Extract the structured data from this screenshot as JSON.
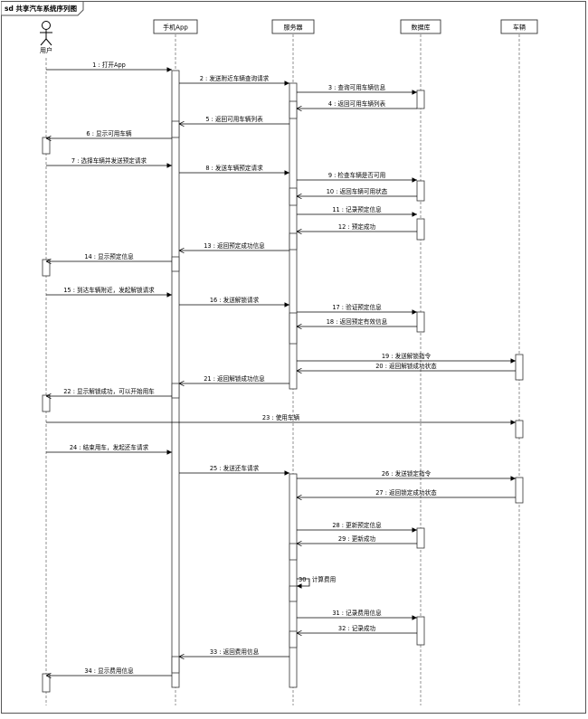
{
  "frame": {
    "title": "sd 共享汽车系统序列图"
  },
  "actor": {
    "name": "用户"
  },
  "participants": [
    {
      "id": "app",
      "label": "手机App"
    },
    {
      "id": "server",
      "label": "服务器"
    },
    {
      "id": "db",
      "label": "数据库"
    },
    {
      "id": "car",
      "label": "车辆"
    }
  ],
  "messages": [
    {
      "n": 1,
      "label": "1 : 打开App",
      "from": "user",
      "to": "app",
      "kind": "call"
    },
    {
      "n": 2,
      "label": "2 : 发送附近车辆查询请求",
      "from": "app",
      "to": "server",
      "kind": "call"
    },
    {
      "n": 3,
      "label": "3 : 查询可用车辆信息",
      "from": "server",
      "to": "db",
      "kind": "call"
    },
    {
      "n": 4,
      "label": "4 : 返回可用车辆列表",
      "from": "db",
      "to": "server",
      "kind": "return"
    },
    {
      "n": 5,
      "label": "5 : 返回可用车辆列表",
      "from": "server",
      "to": "app",
      "kind": "return"
    },
    {
      "n": 6,
      "label": "6 : 显示可用车辆",
      "from": "app",
      "to": "user",
      "kind": "return"
    },
    {
      "n": 7,
      "label": "7 : 选择车辆并发送预定请求",
      "from": "user",
      "to": "app",
      "kind": "call"
    },
    {
      "n": 8,
      "label": "8 : 发送车辆预定请求",
      "from": "app",
      "to": "server",
      "kind": "call"
    },
    {
      "n": 9,
      "label": "9 : 检查车辆是否可用",
      "from": "server",
      "to": "db",
      "kind": "call"
    },
    {
      "n": 10,
      "label": "10 : 返回车辆可用状态",
      "from": "db",
      "to": "server",
      "kind": "return"
    },
    {
      "n": 11,
      "label": "11 : 记录预定信息",
      "from": "server",
      "to": "db",
      "kind": "call"
    },
    {
      "n": 12,
      "label": "12 : 预定成功",
      "from": "db",
      "to": "server",
      "kind": "return"
    },
    {
      "n": 13,
      "label": "13 : 返回预定成功信息",
      "from": "server",
      "to": "app",
      "kind": "return"
    },
    {
      "n": 14,
      "label": "14 : 显示预定信息",
      "from": "app",
      "to": "user",
      "kind": "return"
    },
    {
      "n": 15,
      "label": "15 : 到达车辆附近，发起解锁请求",
      "from": "user",
      "to": "app",
      "kind": "call"
    },
    {
      "n": 16,
      "label": "16 : 发送解锁请求",
      "from": "app",
      "to": "server",
      "kind": "call"
    },
    {
      "n": 17,
      "label": "17 : 验证预定信息",
      "from": "server",
      "to": "db",
      "kind": "call"
    },
    {
      "n": 18,
      "label": "18 : 返回预定有效信息",
      "from": "db",
      "to": "server",
      "kind": "return"
    },
    {
      "n": 19,
      "label": "19 : 发送解锁指令",
      "from": "server",
      "to": "car",
      "kind": "call"
    },
    {
      "n": 20,
      "label": "20 : 返回解锁成功状态",
      "from": "car",
      "to": "server",
      "kind": "return"
    },
    {
      "n": 21,
      "label": "21 : 返回解锁成功信息",
      "from": "server",
      "to": "app",
      "kind": "return"
    },
    {
      "n": 22,
      "label": "22 : 显示解锁成功，可以开始用车",
      "from": "app",
      "to": "user",
      "kind": "return"
    },
    {
      "n": 23,
      "label": "23 : 使用车辆",
      "from": "user",
      "to": "car",
      "kind": "call"
    },
    {
      "n": 24,
      "label": "24 : 结束用车，发起还车请求",
      "from": "user",
      "to": "app",
      "kind": "call"
    },
    {
      "n": 25,
      "label": "25 : 发送还车请求",
      "from": "app",
      "to": "server",
      "kind": "call"
    },
    {
      "n": 26,
      "label": "26 : 发送锁定指令",
      "from": "server",
      "to": "car",
      "kind": "call"
    },
    {
      "n": 27,
      "label": "27 : 返回锁定成功状态",
      "from": "car",
      "to": "server",
      "kind": "return"
    },
    {
      "n": 28,
      "label": "28 : 更新预定信息",
      "from": "server",
      "to": "db",
      "kind": "call"
    },
    {
      "n": 29,
      "label": "29 : 更新成功",
      "from": "db",
      "to": "server",
      "kind": "return"
    },
    {
      "n": 30,
      "label": "30 : 计算费用",
      "from": "server",
      "to": "server",
      "kind": "self"
    },
    {
      "n": 31,
      "label": "31 : 记录费用信息",
      "from": "server",
      "to": "db",
      "kind": "call"
    },
    {
      "n": 32,
      "label": "32 : 记录成功",
      "from": "db",
      "to": "server",
      "kind": "return"
    },
    {
      "n": 33,
      "label": "33 : 返回费用信息",
      "from": "server",
      "to": "app",
      "kind": "return"
    },
    {
      "n": 34,
      "label": "34 : 显示费用信息",
      "from": "app",
      "to": "user",
      "kind": "return"
    }
  ]
}
